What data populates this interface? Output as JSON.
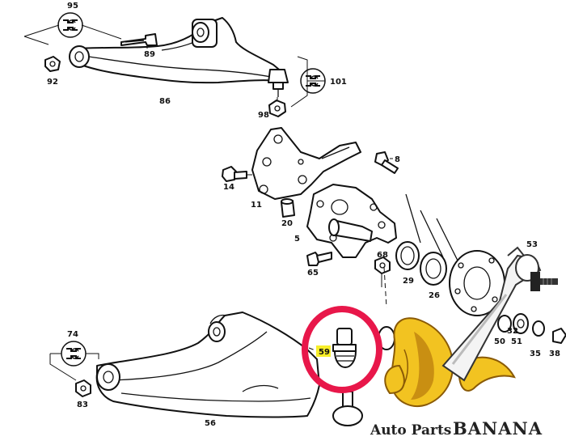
{
  "parts": [
    {
      "id": "p95",
      "label": "95"
    },
    {
      "id": "p89",
      "label": "89"
    },
    {
      "id": "p92",
      "label": "92"
    },
    {
      "id": "p86",
      "label": "86"
    },
    {
      "id": "p101",
      "label": "101"
    },
    {
      "id": "p98",
      "label": "98"
    },
    {
      "id": "p8",
      "label": "8"
    },
    {
      "id": "p14",
      "label": "14"
    },
    {
      "id": "p11",
      "label": "11"
    },
    {
      "id": "p20",
      "label": "20"
    },
    {
      "id": "p5",
      "label": "5"
    },
    {
      "id": "p68",
      "label": "68"
    },
    {
      "id": "p65",
      "label": "65"
    },
    {
      "id": "p29",
      "label": "29"
    },
    {
      "id": "p26",
      "label": "26"
    },
    {
      "id": "p53",
      "label": "53"
    },
    {
      "id": "p74",
      "label": "74"
    },
    {
      "id": "p83",
      "label": "83"
    },
    {
      "id": "p56",
      "label": "56"
    },
    {
      "id": "p59",
      "label": "59"
    },
    {
      "id": "p50",
      "label": "50"
    },
    {
      "id": "p32",
      "label": "32"
    },
    {
      "id": "p51",
      "label": "51"
    },
    {
      "id": "p35",
      "label": "35"
    },
    {
      "id": "p38",
      "label": "38"
    }
  ],
  "highlight": {
    "part": "59",
    "ring_color": "#e8174a",
    "tag_color": "#f7ee2a"
  },
  "watermark": {
    "text_a": "Auto Parts",
    "text_b": "BANANA",
    "banana_color": "#f2c321",
    "banana_shade": "#c98f12"
  },
  "icons": [
    "wrench-torque-icon"
  ]
}
